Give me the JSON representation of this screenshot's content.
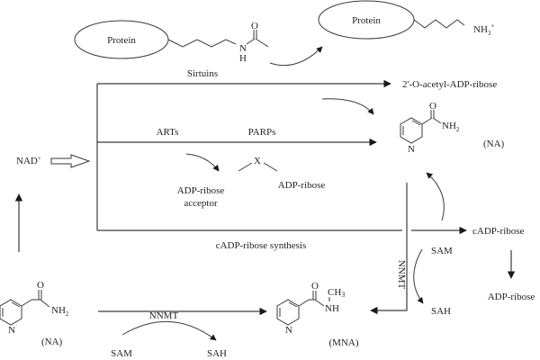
{
  "diagram": {
    "title": "NAD+ consuming pathways and nicotinamide methylation",
    "proteins": {
      "acetylated_label": "Protein",
      "deacetylated_label": "Protein",
      "acetyl_N": "N",
      "acetyl_H": "H",
      "acetyl_O": "O",
      "amine_label": "NH",
      "amine_sub": "3",
      "amine_sup": "+"
    },
    "nodes": {
      "nad": "NAD",
      "nad_sup": "+",
      "sirtuins": "Sirtuins",
      "acetyl_adp_ribose": "2'-O-acetyl-ADP-ribose",
      "arts": "ARTs",
      "parps": "PARPs",
      "adp_ribose_acceptor_line1": "ADP-ribose",
      "adp_ribose_acceptor_line2": "acceptor",
      "x": "X",
      "adp_ribose_mid": "ADP-ribose",
      "cadp_synthesis": "cADP-ribose synthesis",
      "cadp_ribose": "cADP-ribose",
      "adp_ribose_right": "ADP-ribose",
      "nnmt_vertical": "NNMT",
      "sam_right": "SAM",
      "sah_right": "SAH",
      "nnmt_bottom": "NNMT",
      "sam_bottom": "SAM",
      "sah_bottom": "SAH"
    },
    "molecules": {
      "na_top": {
        "o": "O",
        "nh": "NH",
        "sub": "2",
        "n": "N",
        "label": "(NA)"
      },
      "na_bottom": {
        "o": "O",
        "nh": "NH",
        "sub": "2",
        "n": "N",
        "label": "(NA)"
      },
      "mna": {
        "o": "O",
        "ch": "CH",
        "ch_sub": "3",
        "nh": "NH",
        "n": "N",
        "label": "(MNA)"
      }
    }
  }
}
